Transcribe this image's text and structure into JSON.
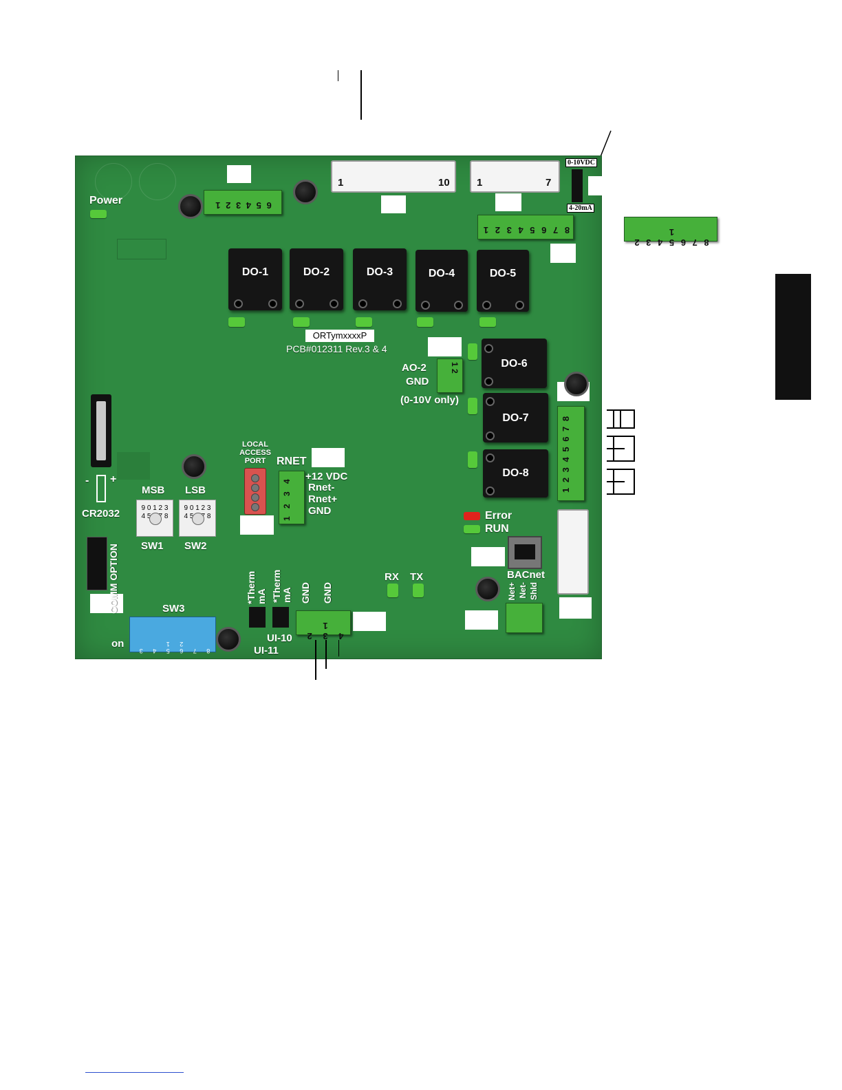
{
  "board": {
    "power_label": "Power",
    "part_label": "ORTymxxxxP",
    "pcb_label": "PCB#012311 Rev.3 & 4",
    "battery_polarity_minus": "-",
    "battery_polarity_plus": "+",
    "battery_label": "CR2032",
    "comm_option_label": "COMM OPTION",
    "local_access_port_label": "LOCAL ACCESS PORT",
    "rnet_label": "RNET",
    "rnet_pins": [
      "+12 VDC",
      "Rnet-",
      "Rnet+",
      "GND"
    ],
    "rnet_numbers": "1 2 3 4",
    "msb_label": "MSB",
    "lsb_label": "LSB",
    "sw1_label": "SW1",
    "sw2_label": "SW2",
    "sw3_label": "SW3",
    "sw3_on_label": "on",
    "rotary_digits": "9 0 1 2 3 4 5 6 7 8",
    "dip_numbers": "8 7 6 5 4 3 2 1",
    "ao2_label": "AO-2",
    "ao2_gnd_label": "GND",
    "ao2_note": "(0-10V only)",
    "ao2_numbers": "1 2",
    "error_label": "Error",
    "run_label": "RUN",
    "rx_label": "RX",
    "tx_label": "TX",
    "bacnet_label": "BACnet",
    "bacnet_pins": [
      "Net+",
      "Net-",
      "Shld"
    ],
    "ui10_label": "UI-10",
    "ui11_label": "UI-11",
    "therm_ma_1": "*Therm mA",
    "therm_ma_2": "*Therm mA",
    "gnd_1": "GND",
    "gnd_2": "GND",
    "bottom_terminal_numbers": "4 3 2 1",
    "jumper_top_label": "0-10VDC",
    "jumper_bottom_label": "4-20mA",
    "header10_first": "1",
    "header10_last": "10",
    "header7_first": "1",
    "header7_last": "7",
    "top_left_terminal_numbers": "6 5 4 3 2 1",
    "top_right_terminal_numbers": "8 7 6 5 4 3 2 1",
    "external_terminal_numbers": "8 7 6 5 4 3 2 1",
    "right_terminal_numbers": "1 2 3 4 5 6 7 8",
    "relays": [
      "DO-1",
      "DO-2",
      "DO-3",
      "DO-4",
      "DO-5",
      "DO-6",
      "DO-7",
      "DO-8"
    ]
  },
  "colors": {
    "board": "#2f8a41",
    "led_green": "#56c93a",
    "led_red": "#e0231c",
    "dip_blue": "#4aa9e0",
    "local_port": "#d9534f"
  }
}
